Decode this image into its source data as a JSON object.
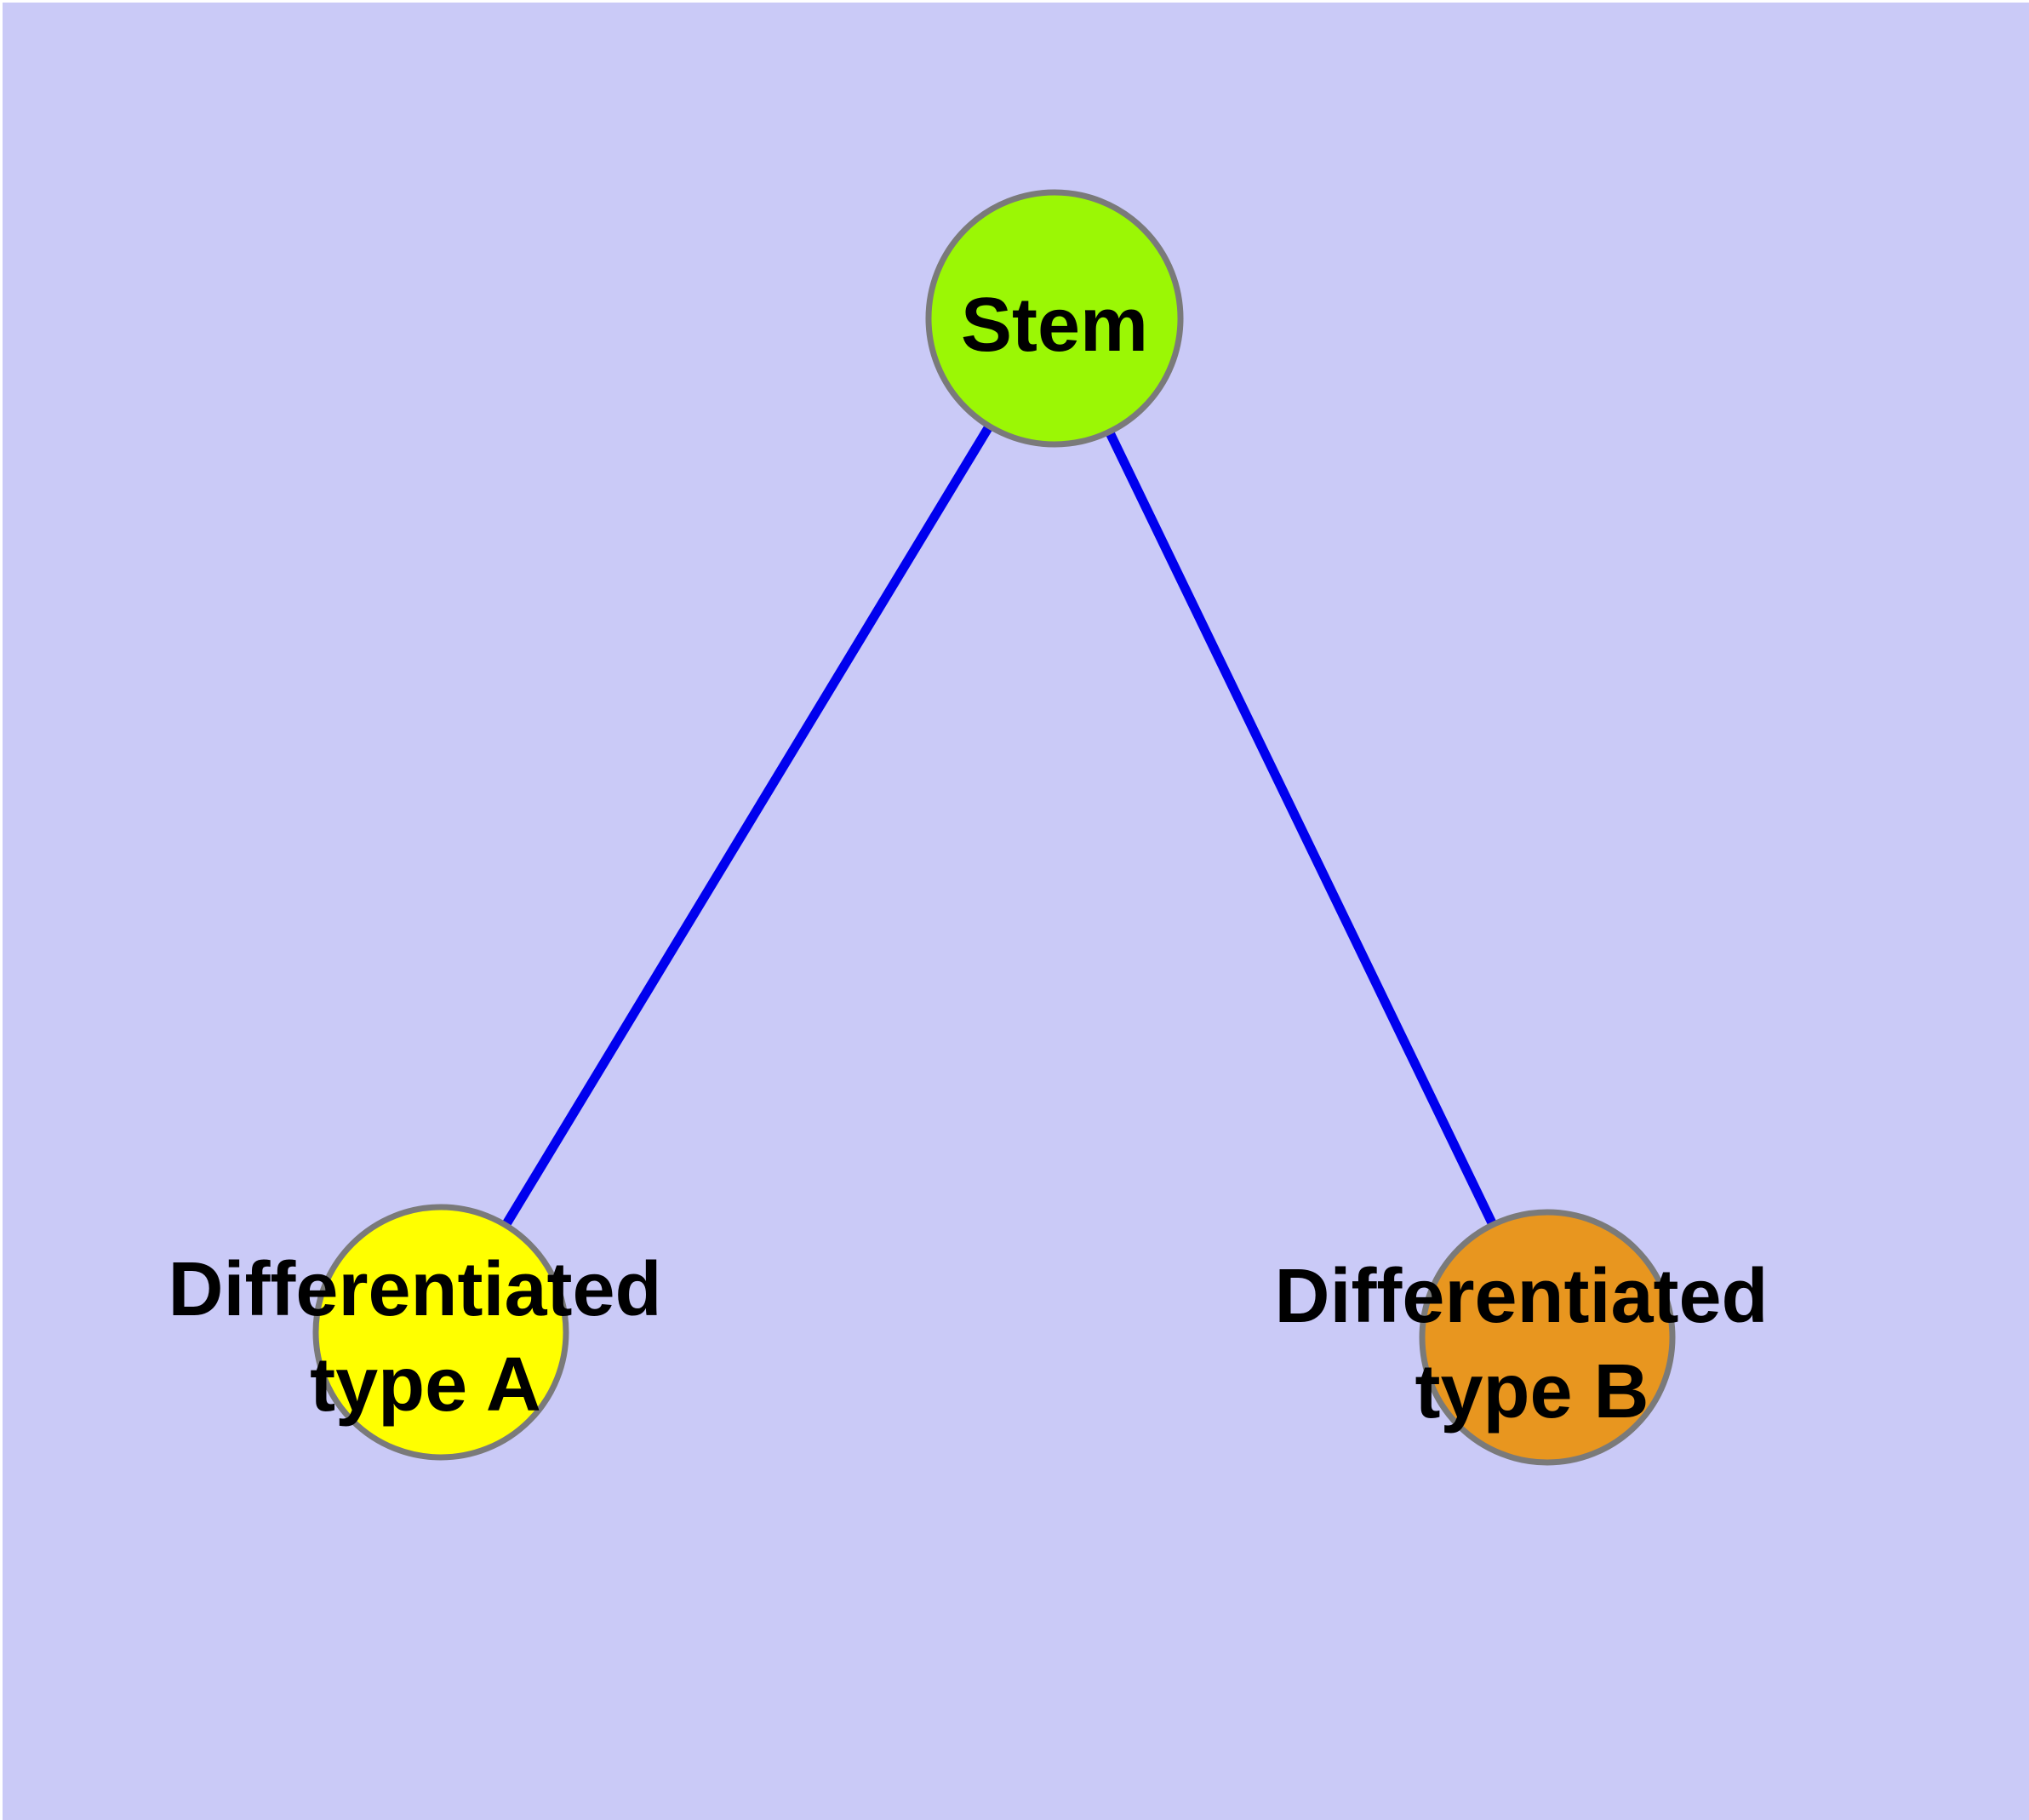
{
  "diagram": {
    "type": "node-link-graph",
    "description": "Cell differentiation hierarchy: a stem node with two differentiated child types",
    "background_color": "#cacaf7",
    "margin_color": "#ffffff",
    "edge_color": "#0000ee",
    "node_border_color": "#7a7a7a",
    "label_color": "#000000",
    "nodes": [
      {
        "id": "stem",
        "label": "Stem",
        "color": "#9bf705"
      },
      {
        "id": "type-a",
        "label": "Differentiated type A",
        "label_lines": [
          "Differentiated",
          "type A"
        ],
        "color": "#ffff00"
      },
      {
        "id": "type-b",
        "label": "Differentiated type B",
        "label_lines": [
          "Differentiated",
          "type B"
        ],
        "color": "#e8961f"
      }
    ],
    "edges": [
      {
        "from": "Stem",
        "to": "Differentiated type A"
      },
      {
        "from": "Stem",
        "to": "Differentiated type B"
      }
    ]
  }
}
